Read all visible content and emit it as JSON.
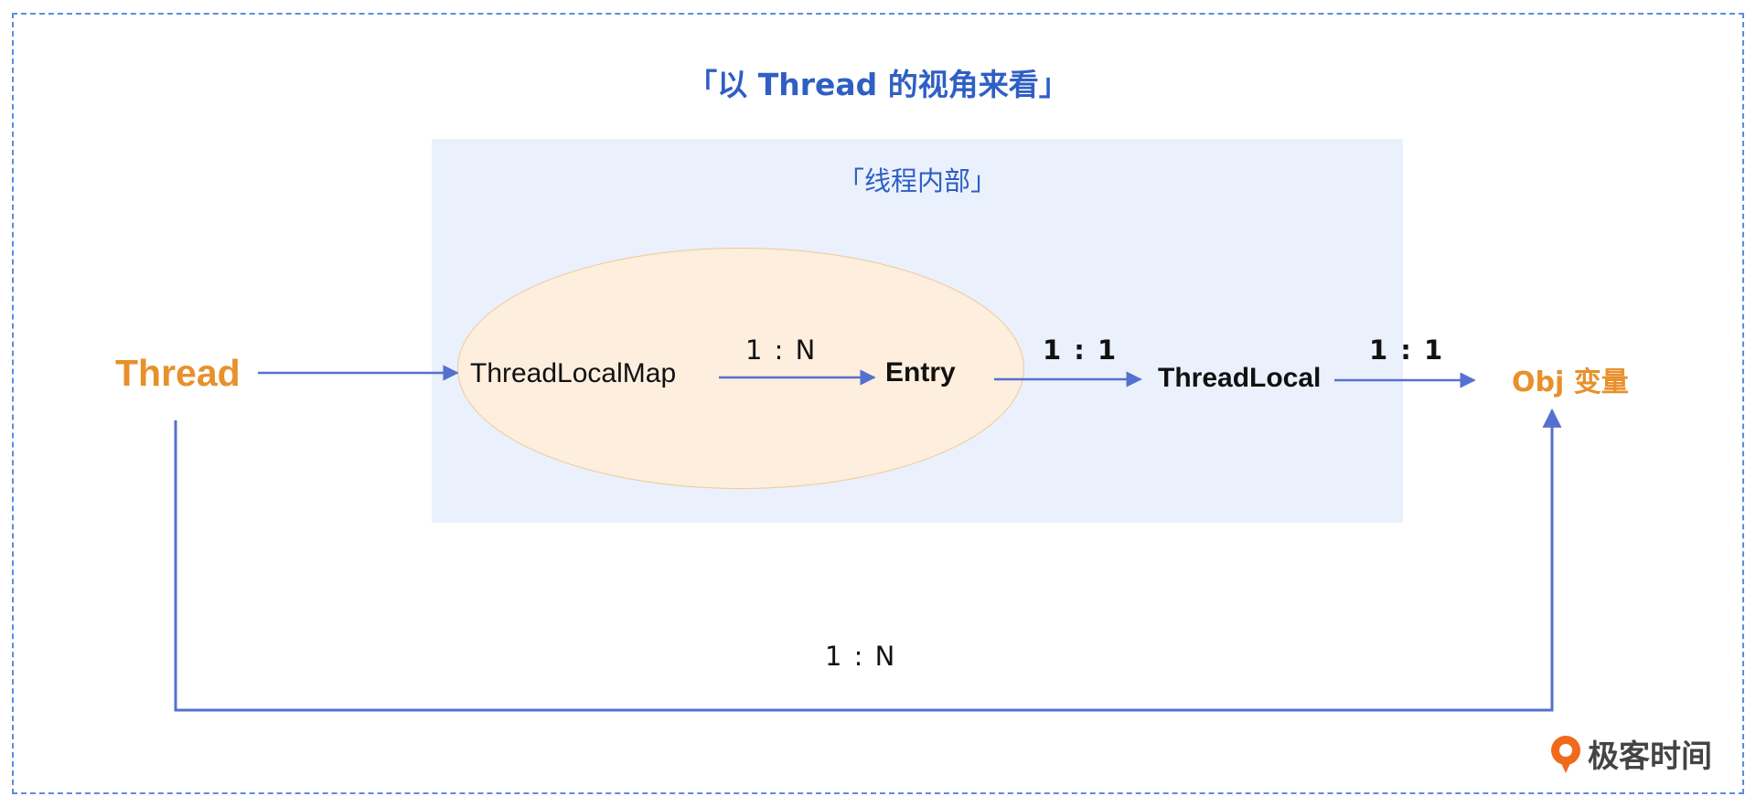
{
  "title": "「以 Thread 的视角来看」",
  "inner_box": {
    "title": "「线程内部」"
  },
  "nodes": {
    "thread": "Thread",
    "thread_local_map": "ThreadLocalMap",
    "entry": "Entry",
    "thread_local": "ThreadLocal",
    "obj": "Obj 变量"
  },
  "relations": {
    "map_to_entry": "1 : N",
    "entry_to_threadlocal": "1 : 1",
    "threadlocal_to_obj": "1 : 1",
    "thread_to_obj": "1 : N"
  },
  "logo": {
    "text": "极客时间"
  },
  "colors": {
    "accent_blue": "#2f5fc4",
    "arrow_blue": "#5571cf",
    "orange": "#e8902a",
    "panel": "#eaf1fd",
    "ellipse": "#fdeedd"
  }
}
